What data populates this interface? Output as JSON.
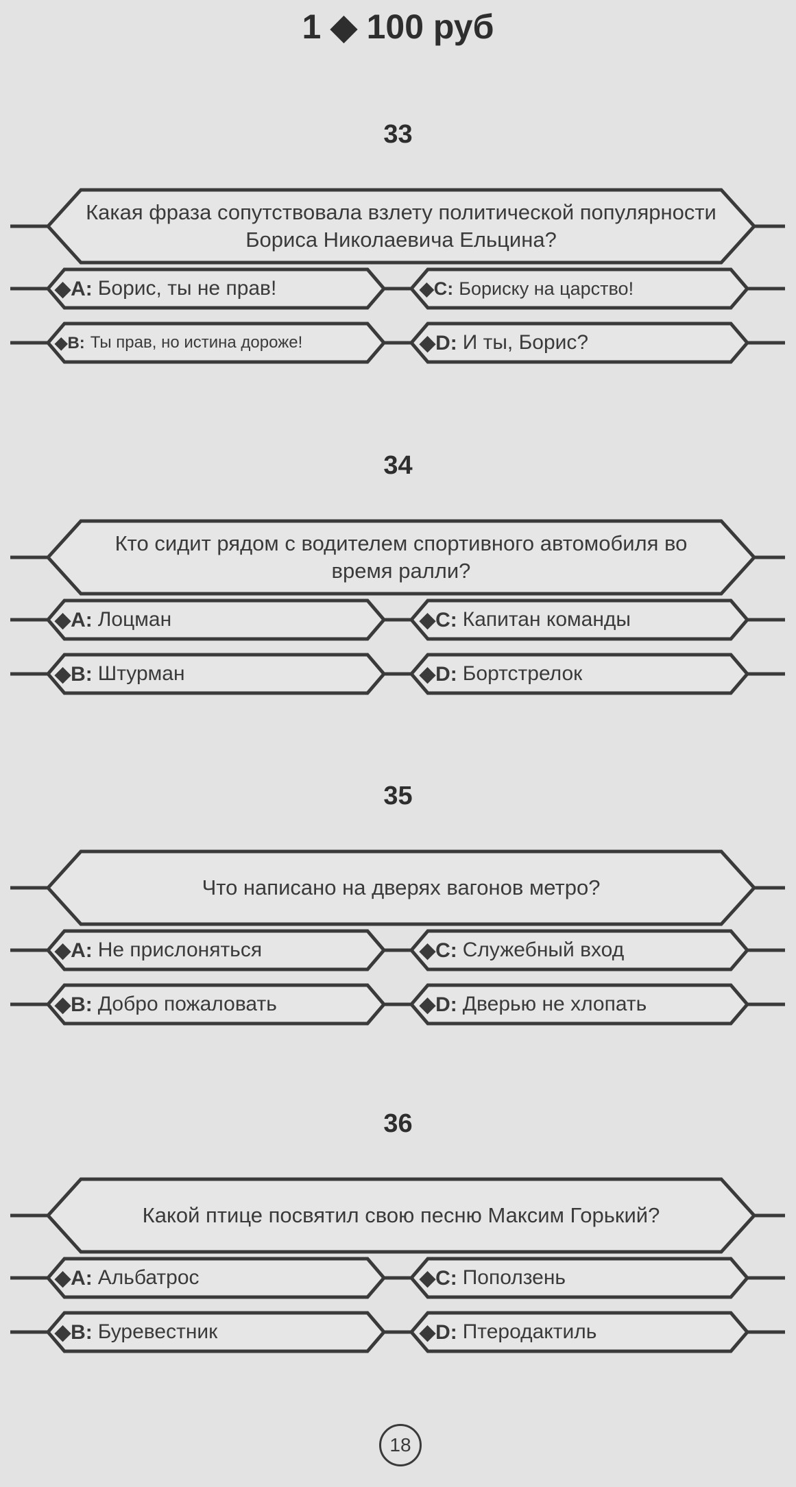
{
  "header": {
    "title": "1 ◆ 100 руб"
  },
  "questions": [
    {
      "number": "33",
      "text": "Какая фраза сопутствовала взлету политической популярности Бориса Николаевича Ельцина?",
      "answers": [
        {
          "label": "◆A:",
          "text": "Борис, ты не прав!"
        },
        {
          "label": "◆B:",
          "text": "Ты прав, но истина дороже!"
        },
        {
          "label": "◆C:",
          "text": "Бориску на царство!"
        },
        {
          "label": "◆D:",
          "text": "И ты, Борис?"
        }
      ]
    },
    {
      "number": "34",
      "text": "Кто сидит рядом с водителем спортивного автомобиля во время ралли?",
      "answers": [
        {
          "label": "◆A:",
          "text": "Лоцман"
        },
        {
          "label": "◆B:",
          "text": "Штурман"
        },
        {
          "label": "◆C:",
          "text": "Капитан команды"
        },
        {
          "label": "◆D:",
          "text": "Бортстрелок"
        }
      ]
    },
    {
      "number": "35",
      "text": "Что написано на дверях вагонов метро?",
      "answers": [
        {
          "label": "◆A:",
          "text": "Не прислоняться"
        },
        {
          "label": "◆B:",
          "text": "Добро пожаловать"
        },
        {
          "label": "◆C:",
          "text": "Служебный вход"
        },
        {
          "label": "◆D:",
          "text": "Дверью не хлопать"
        }
      ]
    },
    {
      "number": "36",
      "text": "Какой птице посвятил свою песню Максим Горький?",
      "answers": [
        {
          "label": "◆A:",
          "text": "Альбатрос"
        },
        {
          "label": "◆B:",
          "text": "Буревестник"
        },
        {
          "label": "◆C:",
          "text": "Поползень"
        },
        {
          "label": "◆D:",
          "text": "Птеродактиль"
        }
      ]
    }
  ],
  "footer": {
    "page_number": "18"
  }
}
